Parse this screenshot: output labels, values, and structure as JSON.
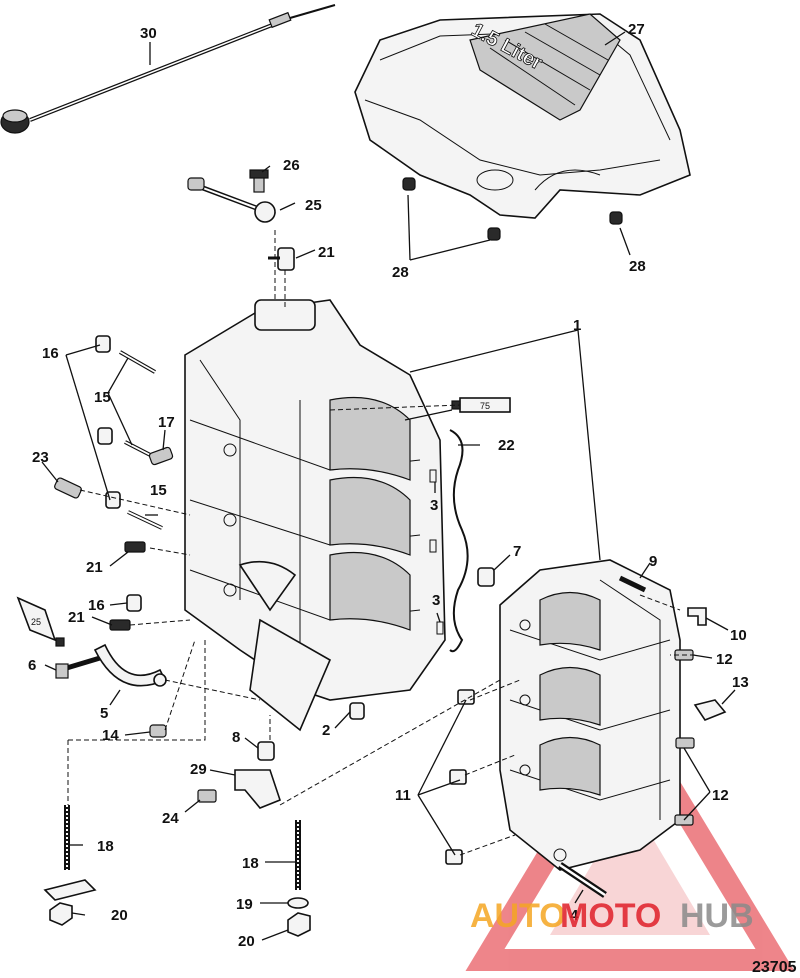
{
  "diagram": {
    "figure_number": "23705",
    "callouts": {
      "c1": "1",
      "c2": "2",
      "c3a": "3",
      "c3b": "3",
      "c4": "4",
      "c5": "5",
      "c6": "6",
      "c7": "7",
      "c8": "8",
      "c9": "9",
      "c10": "10",
      "c11": "11",
      "c12a": "12",
      "c12b": "12",
      "c13": "13",
      "c14": "14",
      "c15a": "15",
      "c15b": "15",
      "c16a": "16",
      "c16b": "16",
      "c17": "17",
      "c18a": "18",
      "c18b": "18",
      "c19": "19",
      "c20a": "20",
      "c20b": "20",
      "c21a": "21",
      "c21b": "21",
      "c21c": "21",
      "c22": "22",
      "c23": "23",
      "c24": "24",
      "c25": "25",
      "c26": "26",
      "c27": "27",
      "c28a": "28",
      "c28b": "28",
      "c29": "29",
      "c30": "30"
    },
    "cover_text": "1.5 Liter",
    "tube_labels": {
      "sealant_75": "75",
      "sealant_25": "25"
    },
    "watermark": {
      "auto": "AUTO",
      "moto": "MOTO",
      "hub": "HUB"
    }
  },
  "colors": {
    "line": "#111111",
    "part_fill": "#f4f4f4",
    "watermark_orange": "#f5a623",
    "watermark_red": "#e0202a",
    "watermark_grey": "#8a8a8a"
  }
}
